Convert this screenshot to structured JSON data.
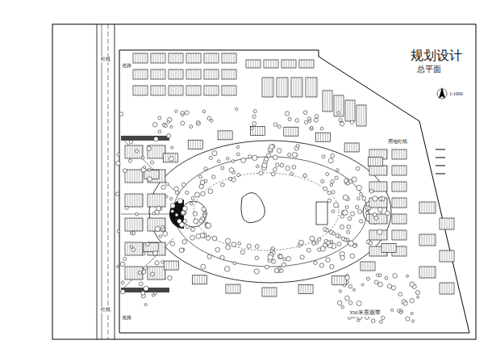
{
  "diagram": {
    "title": "规划设计",
    "labels": [
      "总平面",
      "1:1000",
      "红线",
      "道路",
      "用地红线",
      "红线",
      "道路",
      "350米景观带"
    ]
  }
}
